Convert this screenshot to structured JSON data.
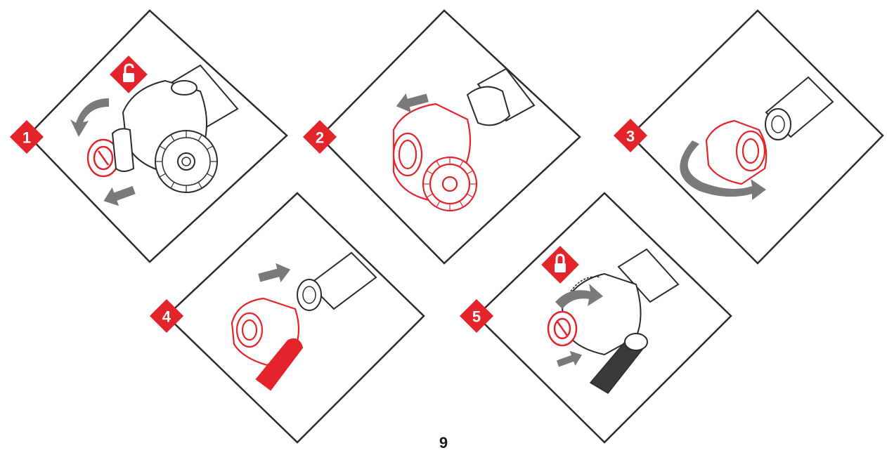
{
  "colors": {
    "accent": "#e3242b",
    "line": "#2b2b2b",
    "arrow": "#7a7a7a",
    "background": "#ffffff"
  },
  "steps": [
    {
      "number": "1",
      "icon": "unlock-icon",
      "action": "loosen-knob"
    },
    {
      "number": "2",
      "icon": "",
      "action": "slide-off-clamp"
    },
    {
      "number": "3",
      "icon": "",
      "action": "rotate-clamp"
    },
    {
      "number": "4",
      "icon": "",
      "action": "slide-on-clamp"
    },
    {
      "number": "5",
      "icon": "lock-icon",
      "action": "tighten-knob"
    }
  ],
  "page_number": "9"
}
